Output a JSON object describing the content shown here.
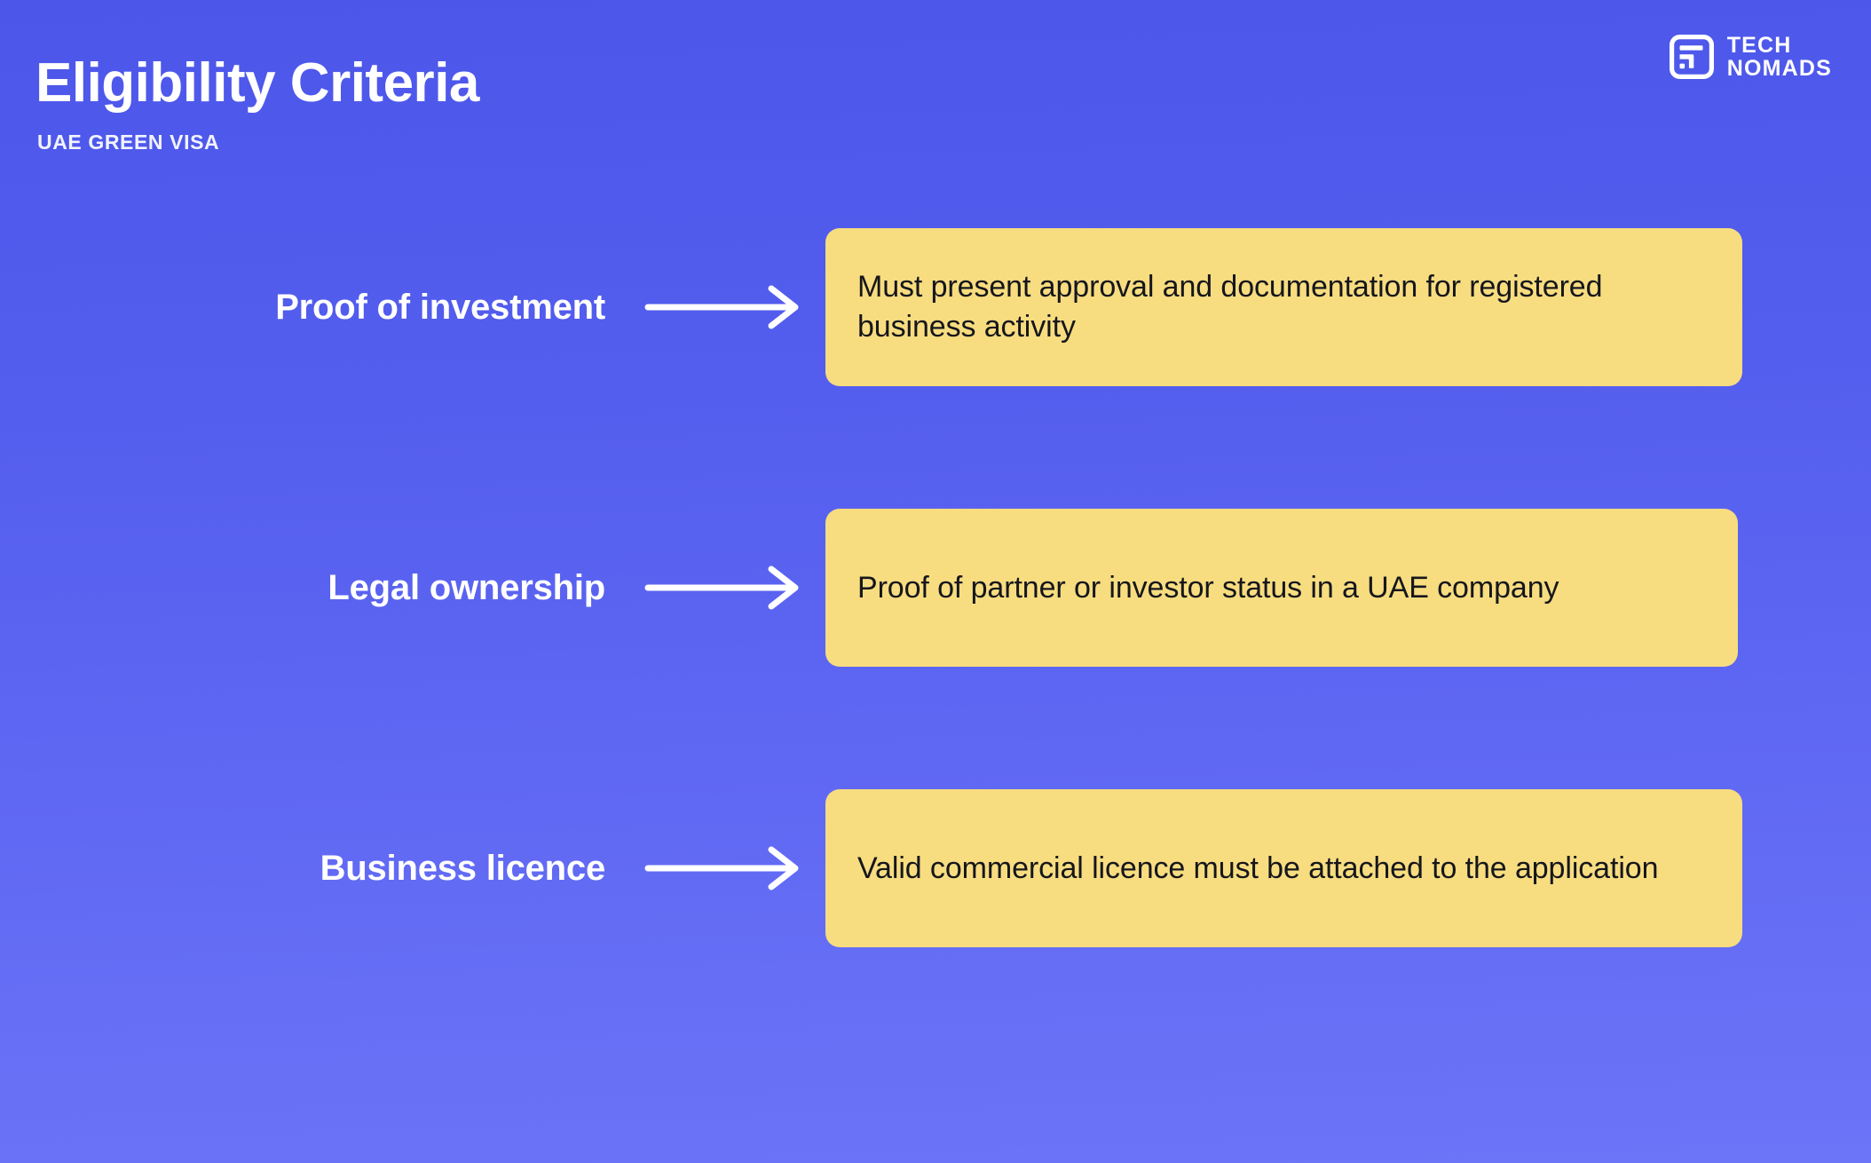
{
  "slide": {
    "title": "Eligibility Criteria",
    "subtitle": "UAE GREEN VISA"
  },
  "brand": {
    "logo_icon": "tech-nomads-mark",
    "line1": "TECH",
    "line2": "NOMADS"
  },
  "colors": {
    "background_top": "#4c57ea",
    "background_bottom": "#6c74f8",
    "card": "#f7dd80",
    "card_text": "#16161c",
    "heading_text": "#ffffff",
    "arrow": "#ffffff"
  },
  "rows": [
    {
      "label": "Proof of investment",
      "arrow_icon": "arrow-right-icon",
      "card": "Must present approval and documentation for registered business activity"
    },
    {
      "label": "Legal ownership",
      "arrow_icon": "arrow-right-icon",
      "card": "Proof of partner or investor status in a UAE company"
    },
    {
      "label": "Business licence",
      "arrow_icon": "arrow-right-icon",
      "card": "Valid commercial licence must be attached to the application"
    }
  ]
}
